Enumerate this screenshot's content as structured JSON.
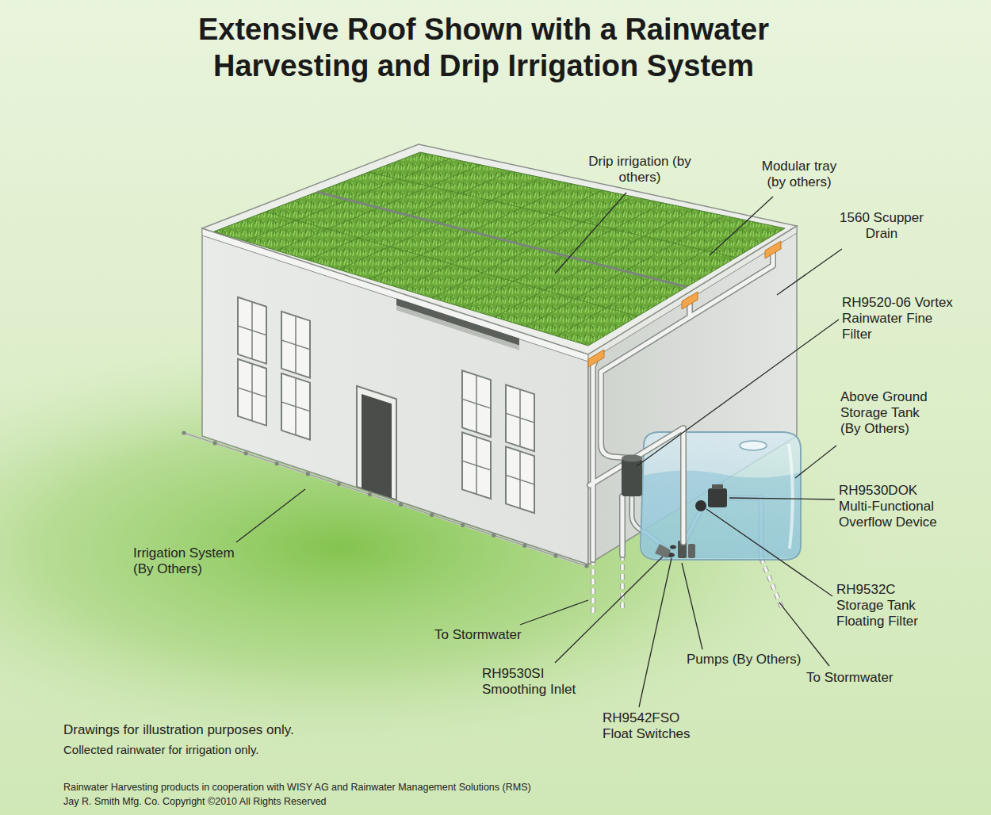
{
  "diagram": {
    "title": "Extensive Roof Shown with a Rainwater Harvesting and Drip Irrigation System",
    "labels": [
      "Drip irrigation (by others)",
      "Modular tray (by others)",
      "1560 Scupper Drain",
      "RH9520-06 Vortex Rainwater Fine Filter",
      "Above Ground Storage Tank (By Others)",
      "RH9530DOK Multi-Functional Overflow Device",
      "Irrigation System (By Others)",
      "RH9532C Storage Tank Floating Filter",
      "To Stormwater",
      "Pumps (By Others)",
      "To Stormwater",
      "RH9530SI Smoothing Inlet",
      "Drawings for illustration purposes only.",
      "RH9542FSO Float Switches",
      "Collected rainwater for irrigation only.",
      "Rainwater Harvesting products in cooperation with WISY AG and Rainwater Management Solutions (RMS)",
      "Jay R. Smith Mfg. Co. Copyright ©2010 All Rights Reserved"
    ]
  }
}
